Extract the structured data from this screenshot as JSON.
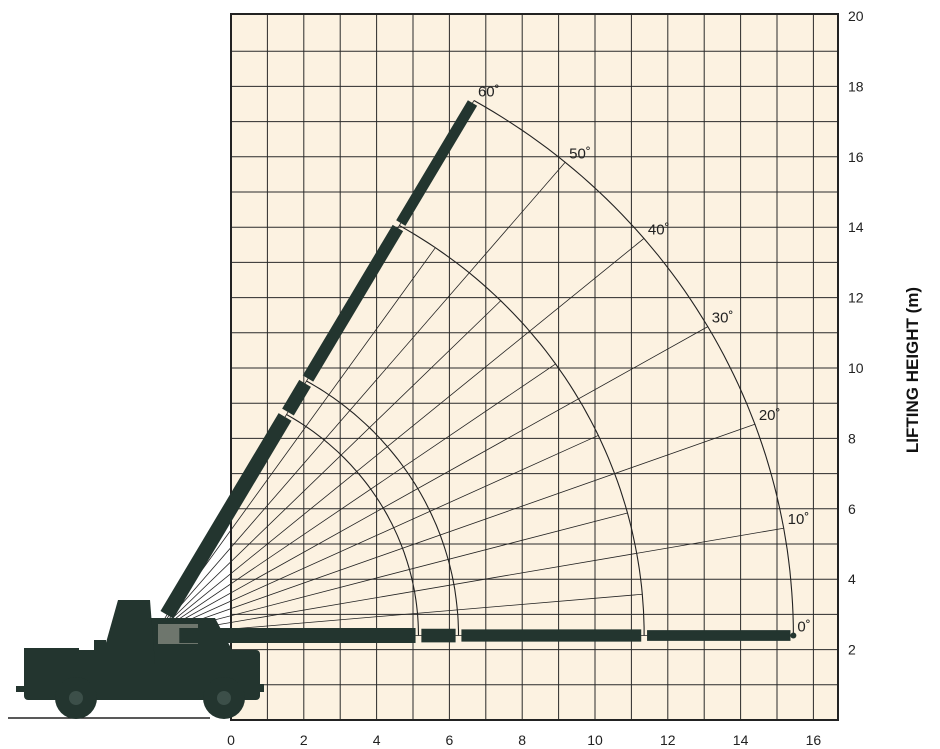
{
  "chart_data": {
    "type": "range-diagram",
    "xlabel": "",
    "ylabel": "LIFTING HEIGHT (m)",
    "xlim": [
      0,
      16.5
    ],
    "ylim": [
      0,
      20
    ],
    "x_ticks": [
      "0",
      "2",
      "4",
      "6",
      "8",
      "10",
      "12",
      "14",
      "16"
    ],
    "y_ticks": [
      "2",
      "4",
      "6",
      "8",
      "10",
      "12",
      "14",
      "16",
      "18",
      "20"
    ],
    "pivot": {
      "x": -2.1,
      "y": 2.4
    },
    "boom_stage_reach_m": [
      7.25,
      8.35,
      13.45,
      17.55
    ],
    "angles": [
      {
        "label": "0˚",
        "deg": 0
      },
      {
        "label": "10˚",
        "deg": 10
      },
      {
        "label": "20˚",
        "deg": 20
      },
      {
        "label": "30˚",
        "deg": 30
      },
      {
        "label": "40˚",
        "deg": 40
      },
      {
        "label": "50˚",
        "deg": 50
      },
      {
        "label": "60˚",
        "deg": 60
      }
    ],
    "background_color": "#fcf2e1",
    "line_color": "#222222",
    "boom_color": "#23352f"
  }
}
